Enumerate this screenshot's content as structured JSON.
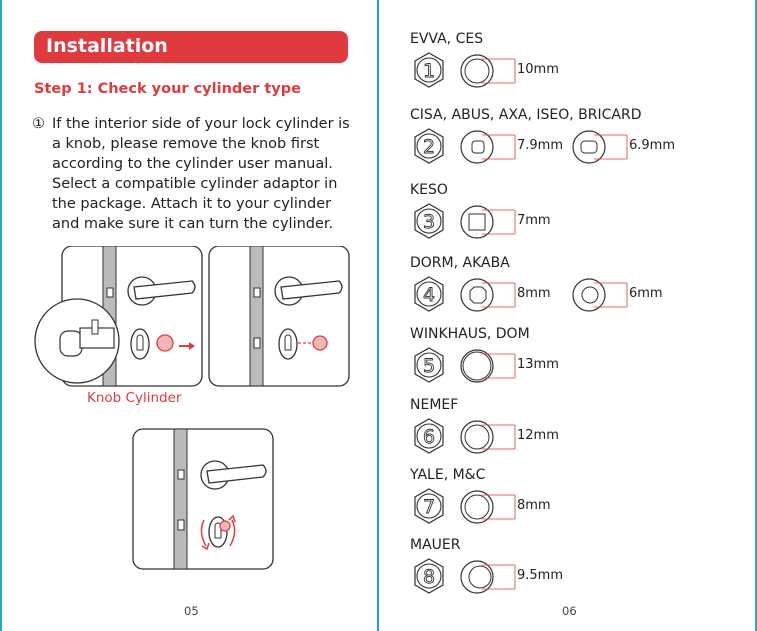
{
  "left_page": {
    "section_title": "Installation",
    "step_title": "Step 1: Check your cylinder type",
    "instruction_number": "①",
    "instruction_text": "If the interior side of your lock cylinder is a knob, please remove the knob first according to the cylinder user manual. Select a compatible cylinder adaptor in the package. Attach it to your cylinder and make sure it can turn the cylinder.",
    "caption": "Knob Cylinder",
    "page_number": "05"
  },
  "right_page": {
    "page_number": "06",
    "types": [
      {
        "brands": "EVVA, CES",
        "number": "1",
        "sizes": [
          "10mm"
        ]
      },
      {
        "brands": "CISA, ABUS, AXA, ISEO, BRICARD",
        "number": "2",
        "sizes": [
          "7.9mm",
          "6.9mm"
        ]
      },
      {
        "brands": "KESO",
        "number": "3",
        "sizes": [
          "7mm"
        ]
      },
      {
        "brands": "DORM, AKABA",
        "number": "4",
        "sizes": [
          "8mm",
          "6mm"
        ]
      },
      {
        "brands": "WINKHAUS, DOM",
        "number": "5",
        "sizes": [
          "13mm"
        ]
      },
      {
        "brands": "NEMEF",
        "number": "6",
        "sizes": [
          "12mm"
        ]
      },
      {
        "brands": "YALE, M&C",
        "number": "7",
        "sizes": [
          "8mm"
        ]
      },
      {
        "brands": "MAUER",
        "number": "8",
        "sizes": [
          "9.5mm"
        ]
      }
    ]
  },
  "colors": {
    "accent": "#e03a3e",
    "frame": "#2aa3d8"
  },
  "icons": [
    "door-handle-icon",
    "cylinder-icon",
    "arrow-right-icon",
    "rotate-arrow-icon",
    "hex-number-icon",
    "ring-icon"
  ]
}
